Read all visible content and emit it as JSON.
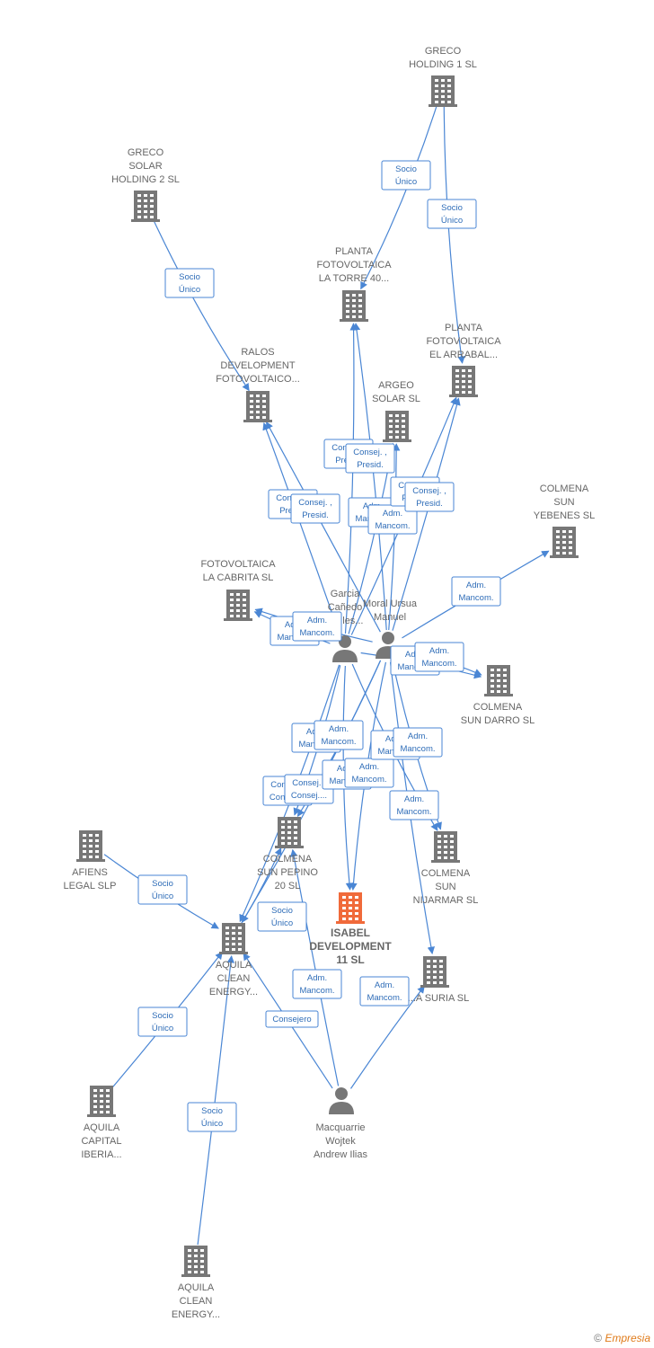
{
  "nodes": {
    "greco1": {
      "label": [
        "GRECO",
        "HOLDING 1  SL"
      ],
      "kind": "company"
    },
    "greco2": {
      "label": [
        "GRECO",
        "SOLAR",
        "HOLDING 2  SL"
      ],
      "kind": "company"
    },
    "torre": {
      "label": [
        "PLANTA",
        "FOTOVOLTAICA",
        "LA TORRE 40..."
      ],
      "kind": "company"
    },
    "arrabal": {
      "label": [
        "PLANTA",
        "FOTOVOLTAICA",
        "EL ARRABAL..."
      ],
      "kind": "company"
    },
    "ralos": {
      "label": [
        "RALOS",
        "DEVELOPMENT",
        "FOTOVOLTAICO..."
      ],
      "kind": "company"
    },
    "argeo": {
      "label": [
        "ARGEO",
        "SOLAR  SL"
      ],
      "kind": "company"
    },
    "yebenes": {
      "label": [
        "COLMENA",
        "SUN",
        "YEBENES  SL"
      ],
      "kind": "company"
    },
    "cabrita": {
      "label": [
        "FOTOVOLTAICA",
        "LA CABRITA  SL"
      ],
      "kind": "company"
    },
    "garcia": {
      "label": [
        "Garcia",
        "Cañedo",
        "...elles..."
      ],
      "kind": "person"
    },
    "moral": {
      "label": [
        "Moral Ursua",
        "Manuel"
      ],
      "kind": "person"
    },
    "darro": {
      "label": [
        "COLMENA",
        "SUN DARRO  SL"
      ],
      "kind": "company"
    },
    "pepino": {
      "label": [
        "COLMENA",
        "SUN PEPINO",
        "20  SL"
      ],
      "kind": "company"
    },
    "nijar": {
      "label": [
        "COLMENA",
        "SUN",
        "NIJARMAR  SL"
      ],
      "kind": "company"
    },
    "afiens": {
      "label": [
        "AFIENS",
        "LEGAL  SLP"
      ],
      "kind": "company"
    },
    "isabel": {
      "label": [
        "ISABEL",
        "DEVELOPMENT",
        "11  SL"
      ],
      "kind": "main"
    },
    "suria": {
      "label": [
        "...A SURIA  SL"
      ],
      "kind": "company"
    },
    "aquila1": {
      "label": [
        "AQUILA",
        "CLEAN",
        "ENERGY..."
      ],
      "kind": "company"
    },
    "capital": {
      "label": [
        "AQUILA",
        "CAPITAL",
        "IBERIA..."
      ],
      "kind": "company"
    },
    "macq": {
      "label": [
        "Macquarrie",
        "Wojtek",
        "Andrew Ilias"
      ],
      "kind": "person"
    },
    "aquila2": {
      "label": [
        "AQUILA",
        "CLEAN",
        "ENERGY..."
      ],
      "kind": "company"
    }
  },
  "edges": [
    {
      "from": "greco1",
      "to": "torre",
      "label": [
        "Socio",
        "Único"
      ]
    },
    {
      "from": "greco1",
      "to": "arrabal",
      "label": [
        "Socio",
        "Único"
      ]
    },
    {
      "from": "greco2",
      "to": "ralos",
      "label": [
        "Socio",
        "Único"
      ]
    },
    {
      "from": "garcia",
      "to": "torre",
      "label": [
        "Consej. ,",
        "Presid."
      ]
    },
    {
      "from": "moral",
      "to": "torre",
      "label": [
        "Consej. ,",
        "Presid."
      ]
    },
    {
      "from": "garcia",
      "to": "argeo",
      "label": [
        "Adm.",
        "Mancom."
      ]
    },
    {
      "from": "moral",
      "to": "argeo",
      "label": [
        "Adm.",
        "Mancom."
      ]
    },
    {
      "from": "garcia",
      "to": "arrabal",
      "label": [
        "Consej. ,",
        "Presid."
      ]
    },
    {
      "from": "moral",
      "to": "arrabal",
      "label": [
        "Consej. ,",
        "Presid."
      ]
    },
    {
      "from": "garcia",
      "to": "ralos",
      "label": [
        "Consej. ,",
        "Presid."
      ]
    },
    {
      "from": "moral",
      "to": "ralos",
      "label": [
        "Consej. ,",
        "Presid."
      ]
    },
    {
      "from": "moral",
      "to": "yebenes",
      "label": [
        "Adm.",
        "Mancom."
      ]
    },
    {
      "from": "garcia",
      "to": "cabrita",
      "label": [
        "Adm.",
        "Mancom."
      ]
    },
    {
      "from": "moral",
      "to": "cabrita",
      "label": [
        "Adm.",
        "Mancom."
      ]
    },
    {
      "from": "garcia",
      "to": "darro",
      "label": [
        "Adm.",
        "Mancom."
      ]
    },
    {
      "from": "moral",
      "to": "darro",
      "label": [
        "Adm.",
        "Mancom."
      ]
    },
    {
      "from": "garcia",
      "to": "pepino",
      "label": [
        "Adm.",
        "Mancom."
      ]
    },
    {
      "from": "moral",
      "to": "pepino",
      "label": [
        "Adm.",
        "Mancom."
      ]
    },
    {
      "from": "garcia",
      "to": "aquila1",
      "label": [
        "Consej. ,",
        "Consej...."
      ]
    },
    {
      "from": "moral",
      "to": "aquila1",
      "label": [
        "Consej. ,",
        "Consej...."
      ]
    },
    {
      "from": "garcia",
      "to": "isabel",
      "label": [
        "Adm.",
        "Mancom."
      ]
    },
    {
      "from": "moral",
      "to": "isabel",
      "label": [
        "Adm.",
        "Mancom."
      ]
    },
    {
      "from": "garcia",
      "to": "nijar",
      "label": [
        "Adm.",
        "Mancom."
      ]
    },
    {
      "from": "moral",
      "to": "nijar",
      "label": [
        "Adm.",
        "Mancom."
      ]
    },
    {
      "from": "moral",
      "to": "suria",
      "label": [
        "Adm.",
        "Mancom."
      ]
    },
    {
      "from": "afiens",
      "to": "aquila1",
      "label": [
        "Socio",
        "Único"
      ]
    },
    {
      "from": "aquila1",
      "to": "pepino",
      "label": [
        "Socio",
        "Único"
      ]
    },
    {
      "from": "capital",
      "to": "aquila1",
      "label": [
        "Socio",
        "Único"
      ]
    },
    {
      "from": "aquila2",
      "to": "aquila1",
      "label": [
        "Socio",
        "Único"
      ]
    },
    {
      "from": "macq",
      "to": "aquila1",
      "label": [
        "Consejero"
      ]
    },
    {
      "from": "macq",
      "to": "pepino",
      "label": [
        "Adm.",
        "Mancom."
      ]
    },
    {
      "from": "macq",
      "to": "suria",
      "label": [
        "Adm.",
        "Mancom."
      ]
    }
  ],
  "colors": {
    "edge": "#4a86d4",
    "node": "#777777",
    "main": "#f06a3a"
  },
  "footer": {
    "copyright": "©",
    "brand": "Empresia"
  }
}
